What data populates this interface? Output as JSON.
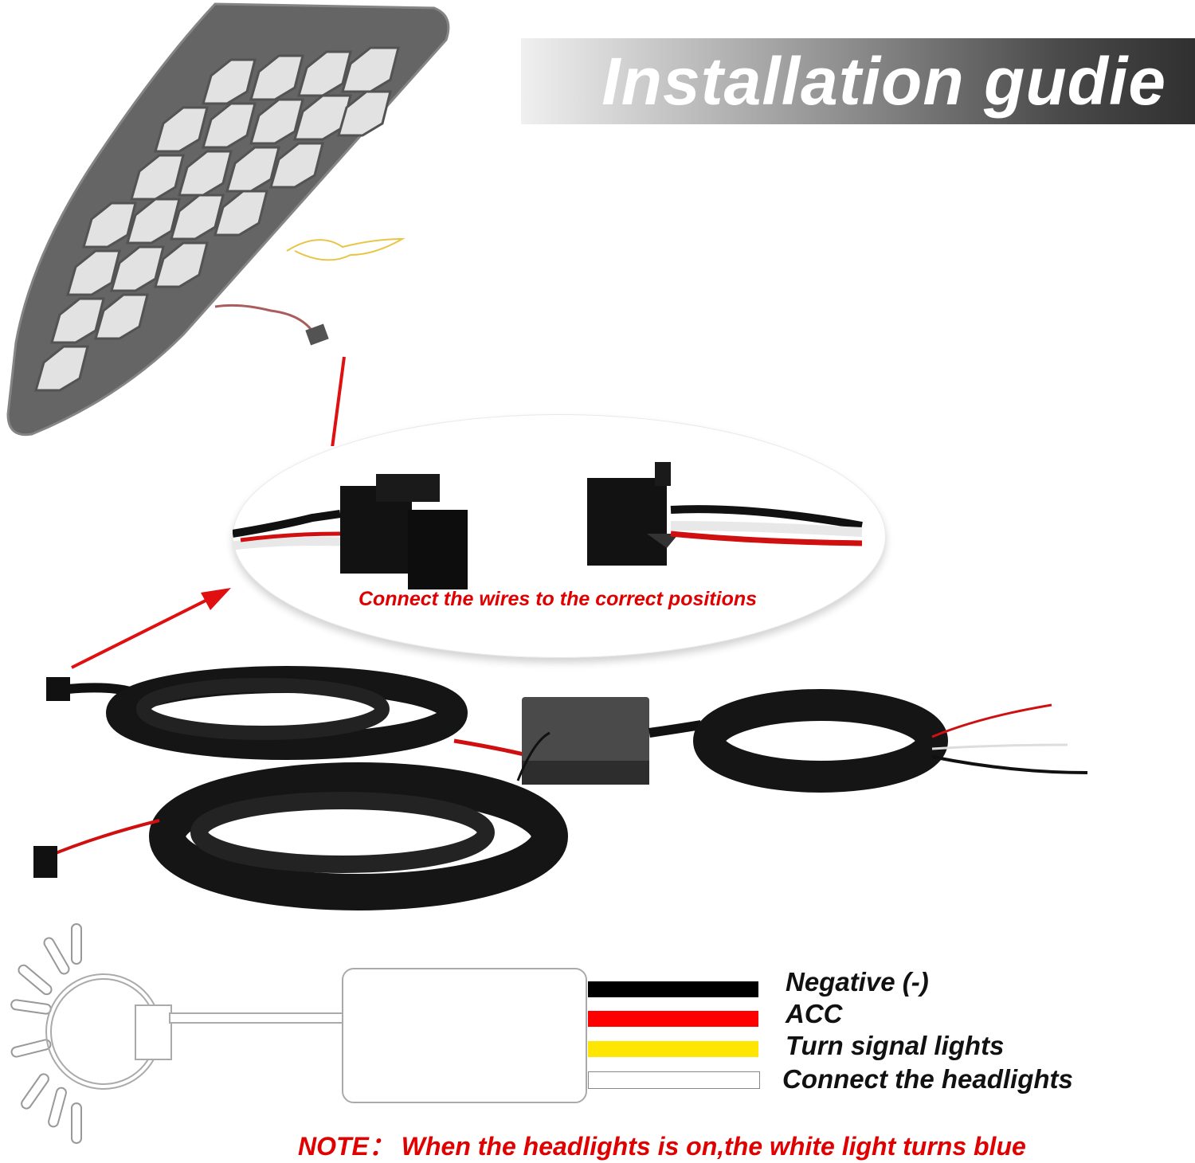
{
  "title": "Installation gudie",
  "callout": {
    "caption": "Connect the wires to the correct positions"
  },
  "legend": {
    "items": [
      {
        "label": "Negative (-)",
        "color": "#000000"
      },
      {
        "label": "ACC",
        "color": "#ff0000"
      },
      {
        "label": "Turn signal lights",
        "color": "#ffe600"
      },
      {
        "label": "Connect the headlights",
        "color": "#ffffff"
      }
    ]
  },
  "note": {
    "text": "NOTE： When the headlights is on,the white light turns blue"
  },
  "colors": {
    "accent_red": "#e00000",
    "arrow_red": "#e01010",
    "banner_dark": "#303030",
    "banner_light": "#f0f0f0"
  },
  "icons": {
    "lamp": "led-side-marker-lamp",
    "connector_male": "2-pin-connector-male",
    "connector_female": "2-pin-connector-female",
    "control_box": "control-module-box",
    "bulb": "light-bulb-outline"
  }
}
